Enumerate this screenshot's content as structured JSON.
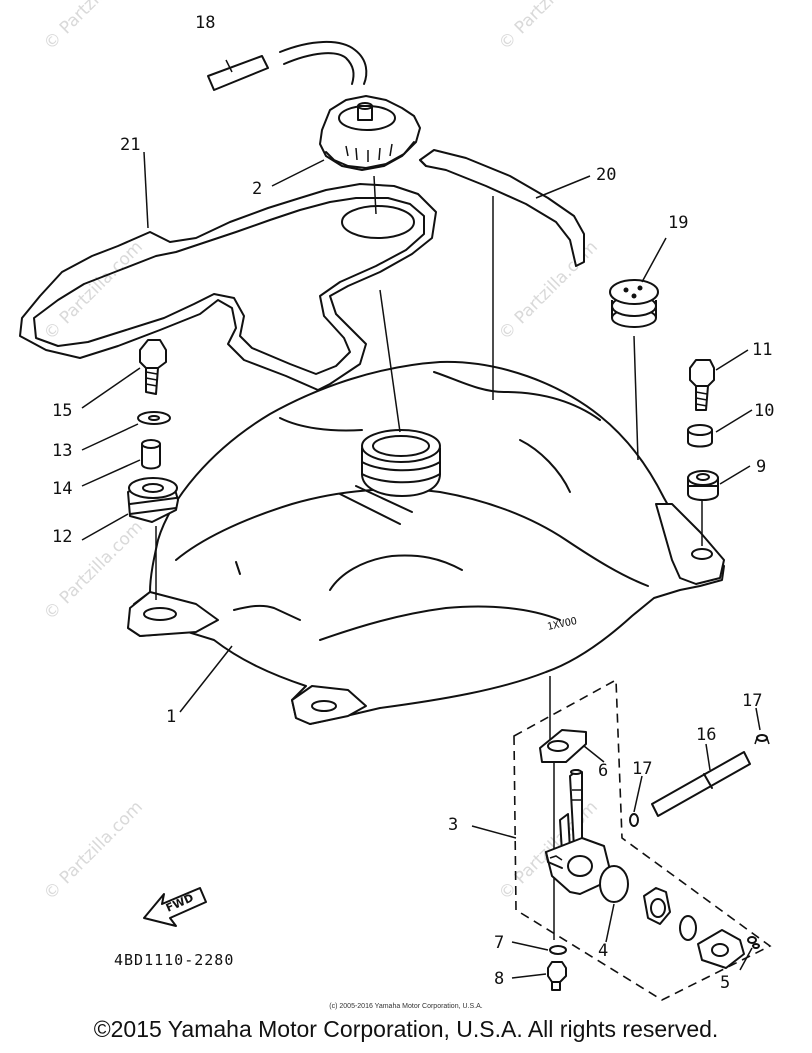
{
  "watermark": "© Partzilla.com",
  "diagram_code": "4BD1110-2280",
  "fwd_label": "FWD",
  "tank_marking": "1XVOO",
  "small_copyright": "(c) 2005-2016 Yamaha Motor Corporation, U.S.A.",
  "main_copyright": "©2015 Yamaha Motor Corporation, U.S.A. All rights reserved.",
  "callouts": {
    "c1": "1",
    "c2": "2",
    "c3": "3",
    "c4": "4",
    "c5": "5",
    "c6": "6",
    "c7": "7",
    "c8": "8",
    "c9": "9",
    "c10": "10",
    "c11": "11",
    "c12": "12",
    "c13": "13",
    "c14": "14",
    "c15": "15",
    "c16": "16",
    "c17a": "17",
    "c17b": "17",
    "c18": "18",
    "c19": "19",
    "c20": "20",
    "c21": "21"
  }
}
